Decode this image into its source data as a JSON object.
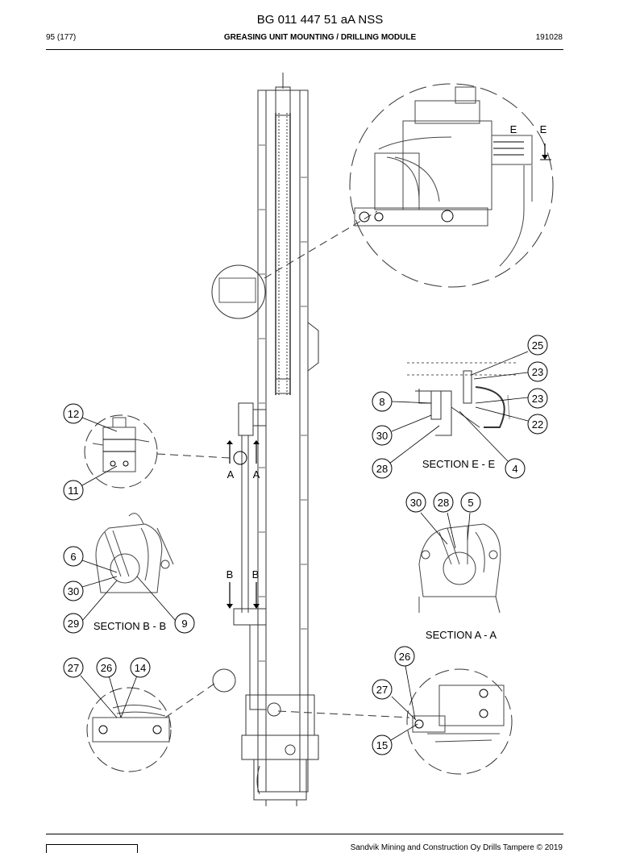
{
  "header": {
    "title": "BG 011 447 51 aA NSS",
    "page": "95 (177)",
    "section": "GREASING UNIT MOUNTING / DRILLING MODULE",
    "date": "191028"
  },
  "footer": {
    "copyright": "Sandvik Mining and Construction Oy Drills Tampere © 2019"
  },
  "sections": {
    "ee": "SECTION E - E",
    "aa": "SECTION A - A",
    "bb": "SECTION B - B"
  },
  "markers": {
    "e1": "E",
    "e2": "E",
    "a1": "A",
    "a2": "A",
    "b1": "B",
    "b2": "B"
  },
  "callouts": {
    "c25": "25",
    "c23a": "23",
    "c23b": "23",
    "c8": "8",
    "c22": "22",
    "c30ee": "30",
    "c28ee": "28",
    "c4": "4",
    "c30aa": "30",
    "c28aa": "28",
    "c5": "5",
    "c12": "12",
    "c11": "11",
    "c6": "6",
    "c30bb": "30",
    "c29": "29",
    "c9": "9",
    "c27a": "27",
    "c26a": "26",
    "c14": "14",
    "c26b": "26",
    "c27b": "27",
    "c15": "15"
  }
}
